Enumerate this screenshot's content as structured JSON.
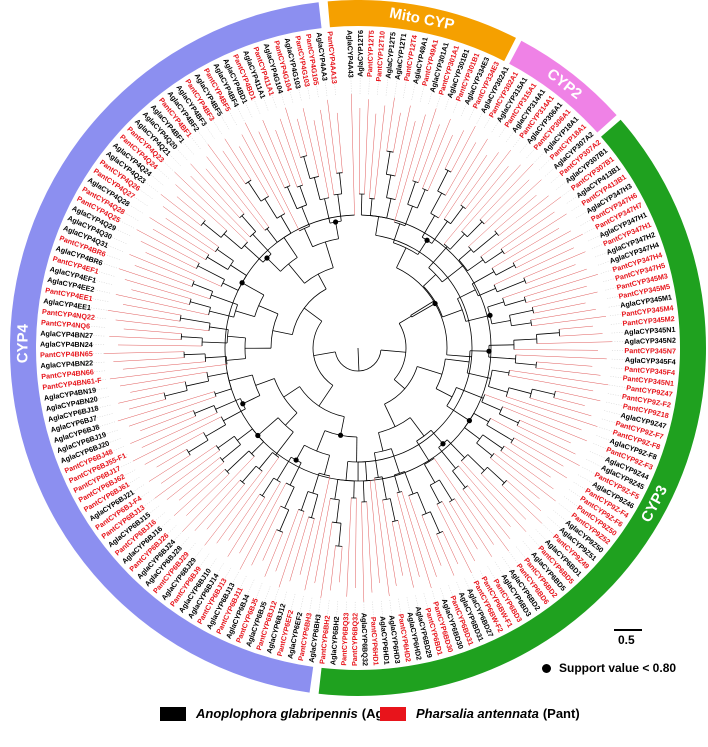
{
  "colors": {
    "agla": "#000000",
    "pant": "#e8141b",
    "cyp4": "#8c8ff0",
    "mito": "#f5a000",
    "cyp2": "#ef82e6",
    "cyp3": "#1fa11f"
  },
  "clades": [
    {
      "label": "CYP4",
      "start": 188,
      "end": 353.5,
      "color": "cyp4"
    },
    {
      "label": "Mito CYP",
      "start": 355,
      "end": 27,
      "color": "mito"
    },
    {
      "label": "CYP2",
      "start": 28,
      "end": 48,
      "color": "cyp2"
    },
    {
      "label": "CYP3",
      "start": 49,
      "end": 186.5,
      "color": "cyp3"
    }
  ],
  "leaves": [
    [
      "AglaCYP4A43",
      "A"
    ],
    [
      "AglaCYP12T6",
      "A"
    ],
    [
      "PantCYP12T5",
      "P"
    ],
    [
      "PantCYP12T10",
      "P"
    ],
    [
      "AglaCYP12T5",
      "A"
    ],
    [
      "AglaCYP12T1",
      "A"
    ],
    [
      "PantCYP12T4",
      "P"
    ],
    [
      "AglaCYP49A1",
      "A"
    ],
    [
      "PantCYP49A1",
      "P"
    ],
    [
      "AglaCYP301A1",
      "A"
    ],
    [
      "PantCYP301A1",
      "P"
    ],
    [
      "AglaCYP301B1",
      "A"
    ],
    [
      "PantCYP301B1",
      "P"
    ],
    [
      "AglaCYP334E3",
      "A"
    ],
    [
      "PantCYP334E3",
      "P"
    ],
    [
      "AglaCYP302A1",
      "A"
    ],
    [
      "PantCYP302A1",
      "P"
    ],
    [
      "AglaCYP315A1",
      "A"
    ],
    [
      "PantCYP315A1",
      "P"
    ],
    [
      "AglaCYP314A1",
      "A"
    ],
    [
      "PantCYP314A1",
      "P"
    ],
    [
      "AglaCYP306A1",
      "A"
    ],
    [
      "PantCYP306A1",
      "P"
    ],
    [
      "AglaCYP18A1",
      "A"
    ],
    [
      "PantCYP18A1",
      "P"
    ],
    [
      "AglaCYP307A2",
      "A"
    ],
    [
      "PantCYP307A2",
      "P"
    ],
    [
      "AglaCYP307B1",
      "A"
    ],
    [
      "PantCYP307B1",
      "P"
    ],
    [
      "AglaCYP413B1",
      "A"
    ],
    [
      "PantCYP413B1",
      "P"
    ],
    [
      "AglaCYP347H3",
      "A"
    ],
    [
      "PantCYP347H6",
      "P"
    ],
    [
      "PantCYP347H7",
      "P"
    ],
    [
      "AglaCYP347H1",
      "A"
    ],
    [
      "PantCYP347H1",
      "P"
    ],
    [
      "AglaCYP347H2",
      "A"
    ],
    [
      "AglaCYP347H4",
      "A"
    ],
    [
      "PantCYP347H4",
      "P"
    ],
    [
      "PantCYP347H5",
      "P"
    ],
    [
      "PantCYP345M3",
      "P"
    ],
    [
      "PantCYP345M5",
      "P"
    ],
    [
      "AglaCYP345M1",
      "A"
    ],
    [
      "PantCYP345M4",
      "P"
    ],
    [
      "PantCYP345M2",
      "P"
    ],
    [
      "AglaCYP345N1",
      "A"
    ],
    [
      "AglaCYP345N2",
      "A"
    ],
    [
      "PantCYP345N7",
      "P"
    ],
    [
      "AglaCYP345F4",
      "A"
    ],
    [
      "PantCYP345F4",
      "P"
    ],
    [
      "PantCYP345N1",
      "P"
    ],
    [
      "PantCYP9Z47",
      "P"
    ],
    [
      "PantCYP9Z-F2",
      "P"
    ],
    [
      "PantCYP9Z18",
      "P"
    ],
    [
      "AglaCYP9Z47",
      "A"
    ],
    [
      "PantCYP9Z-F7",
      "P"
    ],
    [
      "PantCYP9Z-F8",
      "P"
    ],
    [
      "AglaCYP9Z-F8",
      "A"
    ],
    [
      "PantCYP9Z-F3",
      "P"
    ],
    [
      "AglaCYP9Z44",
      "A"
    ],
    [
      "AglaCYP9Z45",
      "A"
    ],
    [
      "PantCYP9Z-F5",
      "P"
    ],
    [
      "AglaCYP9Z46",
      "A"
    ],
    [
      "PantCYP9Z-F4",
      "P"
    ],
    [
      "PantCYP9Z-F6",
      "P"
    ],
    [
      "PantCYP9Z50",
      "P"
    ],
    [
      "PantCYP9Z52",
      "P"
    ],
    [
      "AglaCYP9Z50",
      "A"
    ],
    [
      "AglaCYP9Z51",
      "A"
    ],
    [
      "PantCYP9Z49",
      "P"
    ],
    [
      "AglaCYP6BD1",
      "A"
    ],
    [
      "PantCYP6BD5",
      "P"
    ],
    [
      "AglaCYP6BD5",
      "A"
    ],
    [
      "PantCYP6BD2",
      "P"
    ],
    [
      "PantCYP6BD6",
      "P"
    ],
    [
      "AglaCYP6BD2",
      "A"
    ],
    [
      "AglaCYP6BD3",
      "A"
    ],
    [
      "PantCYP6BD3",
      "P"
    ],
    [
      "PantCYP6BW-F1",
      "P"
    ],
    [
      "PantCYP6BW-F2",
      "P"
    ],
    [
      "AglaCYP6BD27",
      "A"
    ],
    [
      "AglaCYP6BD31",
      "A"
    ],
    [
      "PantCYP6BD31",
      "P"
    ],
    [
      "AglaCYP6BD30",
      "A"
    ],
    [
      "PantCYP6BD30",
      "P"
    ],
    [
      "PantCYP6BD1",
      "P"
    ],
    [
      "AglaCYP6BD29",
      "A"
    ],
    [
      "AglaCYP6HD2",
      "A"
    ],
    [
      "PantCYP6HD2",
      "P"
    ],
    [
      "AglaCYP6HD3",
      "A"
    ],
    [
      "AglaCYP6HD1",
      "A"
    ],
    [
      "PantCYP6HD1",
      "P"
    ],
    [
      "AglaCYP6BQ32",
      "A"
    ],
    [
      "PantCYP6BQ32",
      "P"
    ],
    [
      "PantCYP6BQ33",
      "P"
    ],
    [
      "AglaCYP6BH2",
      "A"
    ],
    [
      "PantCYP6BH2",
      "P"
    ],
    [
      "AglaCYP6BH3",
      "A"
    ],
    [
      "PantCYP6BH3",
      "P"
    ],
    [
      "AglaCYP6EF2",
      "A"
    ],
    [
      "PantCYP6EF2",
      "P"
    ],
    [
      "AglaCYP6BJ12",
      "A"
    ],
    [
      "PantCYP6BJ12",
      "P"
    ],
    [
      "AglaCYP6BJ5",
      "A"
    ],
    [
      "PantCYP6BJ5",
      "P"
    ],
    [
      "AglaCYP6BJ4",
      "A"
    ],
    [
      "PantCYP6BJ11",
      "P"
    ],
    [
      "AglaCYP6BJ13",
      "A"
    ],
    [
      "PantCYP6BJ13",
      "P"
    ],
    [
      "AglaCYP6BJ14",
      "A"
    ],
    [
      "AglaCYP6BJ10",
      "A"
    ],
    [
      "PantCYP6BJ9",
      "P"
    ],
    [
      "AglaCYP6BJ29",
      "A"
    ],
    [
      "PantCYP6BJ29",
      "P"
    ],
    [
      "AglaCYP6BJ28",
      "A"
    ],
    [
      "AglaCYP6BJ24",
      "A"
    ],
    [
      "PantCYP6BJ26",
      "P"
    ],
    [
      "AglaCYP6BJ16",
      "A"
    ],
    [
      "PantCYP6BJ16",
      "P"
    ],
    [
      "AglaCYP6BJ15",
      "A"
    ],
    [
      "PantCYP6BJ13",
      "P"
    ],
    [
      "PantCYP6BJ-F4",
      "P"
    ],
    [
      "AglaCYP6BJ21",
      "A"
    ],
    [
      "PantCYP6BJ61",
      "P"
    ],
    [
      "PantCYP6BJ62",
      "P"
    ],
    [
      "PantCYP6BJ17",
      "P"
    ],
    [
      "PantCYP6BJ55-F1",
      "P"
    ],
    [
      "PantCYP6BJ48",
      "P"
    ],
    [
      "AglaCYP6BJ20",
      "A"
    ],
    [
      "AglaCYP6BJ19",
      "A"
    ],
    [
      "AglaCYP6BJ8",
      "A"
    ],
    [
      "AglaCYP6BJ7",
      "A"
    ],
    [
      "AglaCYP6BJ18",
      "A"
    ],
    [
      "AglaCYP4BN20",
      "A"
    ],
    [
      "AglaCYP4BN19",
      "A"
    ],
    [
      "PantCYP4BN61-F",
      "P"
    ],
    [
      "PantCYP4BN66",
      "P"
    ],
    [
      "AglaCYP4BN22",
      "A"
    ],
    [
      "PantCYP4BN65",
      "P"
    ],
    [
      "AglaCYP4BN24",
      "A"
    ],
    [
      "AglaCYP4BN27",
      "A"
    ],
    [
      "PantCYP4NQ6",
      "P"
    ],
    [
      "PantCYP4NQ22",
      "P"
    ],
    [
      "AglaCYP4EE1",
      "A"
    ],
    [
      "PantCYP4EE1",
      "P"
    ],
    [
      "AglaCYP4EE2",
      "A"
    ],
    [
      "AglaCYP4EF1",
      "A"
    ],
    [
      "PantCYP4EF1",
      "P"
    ],
    [
      "AglaCYP4BR6",
      "A"
    ],
    [
      "PantCYP4BR6",
      "P"
    ],
    [
      "AglaCYP4Q31",
      "A"
    ],
    [
      "AglaCYP4Q30",
      "A"
    ],
    [
      "AglaCYP4Q29",
      "A"
    ],
    [
      "PantCYP4Q25",
      "P"
    ],
    [
      "PantCYP4Q28",
      "P"
    ],
    [
      "AglaCYP4Q28",
      "A"
    ],
    [
      "PantCYP4Q27",
      "P"
    ],
    [
      "PantCYP4Q26",
      "P"
    ],
    [
      "AglaCYP4Q23",
      "A"
    ],
    [
      "AglaCYP4Q24",
      "A"
    ],
    [
      "PantCYP4Q24",
      "P"
    ],
    [
      "PantCYP4Q23",
      "P"
    ],
    [
      "AglaCYP4Q21",
      "A"
    ],
    [
      "AglaCYP4Q20",
      "A"
    ],
    [
      "AglaCYP4BF1",
      "A"
    ],
    [
      "PantCYP4BF1",
      "P"
    ],
    [
      "AglaCYP4BF2",
      "A"
    ],
    [
      "AglaCYP4BF3",
      "A"
    ],
    [
      "PantCYP4BF3",
      "P"
    ],
    [
      "AglaCYP4BF5",
      "A"
    ],
    [
      "PantCYP4BF5",
      "P"
    ],
    [
      "AglaCYP4BF4",
      "A"
    ],
    [
      "AglaCYP4BD1",
      "A"
    ],
    [
      "PantCYP4BD1",
      "P"
    ],
    [
      "AglaCYP411A1",
      "A"
    ],
    [
      "PantCYP411A1",
      "P"
    ],
    [
      "AglaCYP4G104",
      "A"
    ],
    [
      "PantCYP4G104",
      "P"
    ],
    [
      "AglaCYP4G103",
      "A"
    ],
    [
      "PantCYP4G103",
      "P"
    ],
    [
      "PantCYP4G105",
      "P"
    ],
    [
      "AglaCYP4AA3",
      "A"
    ],
    [
      "PantCYP4AA13",
      "P"
    ]
  ],
  "scale_bar": {
    "label": "0.5"
  },
  "support_legend": {
    "label": "Support value < 0.80"
  },
  "legend": [
    {
      "species": "Anoplophora glabripennis",
      "abbr": "(Agla)",
      "color": "agla"
    },
    {
      "species": "Pharsalia antennata",
      "abbr": "(Pant)",
      "color": "pant"
    }
  ]
}
